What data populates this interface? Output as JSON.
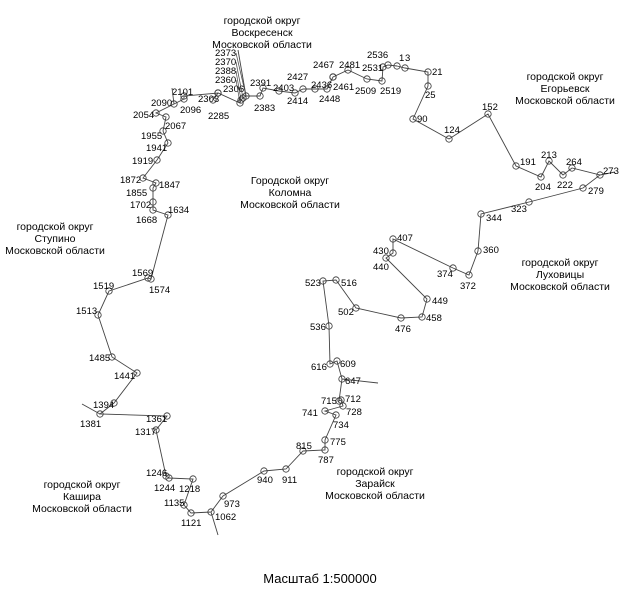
{
  "regions": [
    {
      "id": "voskresensk",
      "lines": [
        "городской округ",
        "Воскресенск",
        "Московской области"
      ]
    },
    {
      "id": "egorievsk",
      "lines": [
        "городской округ",
        "Егорьевск",
        "Московской области"
      ]
    },
    {
      "id": "kolomna",
      "lines": [
        "Городской округ",
        "Коломна",
        "Московской области"
      ]
    },
    {
      "id": "stupino",
      "lines": [
        "городской округ",
        "Ступино",
        "Московской области"
      ]
    },
    {
      "id": "lukhovitsy",
      "lines": [
        "городской округ",
        "Луховицы",
        "Московской области"
      ]
    },
    {
      "id": "zaraysk",
      "lines": [
        "городской округ",
        "Зарайск",
        "Московской области"
      ]
    },
    {
      "id": "kashira",
      "lines": [
        "городской округ",
        "Кашира",
        "Московской области"
      ]
    }
  ],
  "scale_label": "Масштаб 1:500000",
  "boundary_points": [
    "1",
    "3",
    "21",
    "25",
    "90",
    "124",
    "152",
    "191",
    "204",
    "213",
    "222",
    "264",
    "273",
    "279",
    "323",
    "344",
    "360",
    "372",
    "374",
    "407",
    "430",
    "440",
    "449",
    "458",
    "476",
    "502",
    "516",
    "523",
    "536",
    "616",
    "609",
    "647",
    "715",
    "712",
    "728",
    "741",
    "734",
    "775",
    "787",
    "815",
    "911",
    "940",
    "973",
    "1062",
    "1121",
    "1135",
    "1218",
    "1244",
    "1246",
    "1317",
    "1361",
    "1381",
    "1394",
    "1441",
    "1485",
    "1513",
    "1519",
    "1569",
    "1574",
    "1634",
    "1668",
    "1702",
    "1855",
    "1847",
    "1872",
    "1919",
    "1941",
    "1955",
    "2067",
    "2054",
    "2090",
    "2096",
    "2101",
    "2303",
    "2285",
    "2306",
    "2360",
    "2388",
    "2370",
    "2373",
    "2383",
    "2391",
    "2403",
    "2414",
    "2427",
    "2436",
    "2448",
    "2461",
    "2467",
    "2481",
    "2509",
    "2519",
    "2531",
    "2536"
  ]
}
